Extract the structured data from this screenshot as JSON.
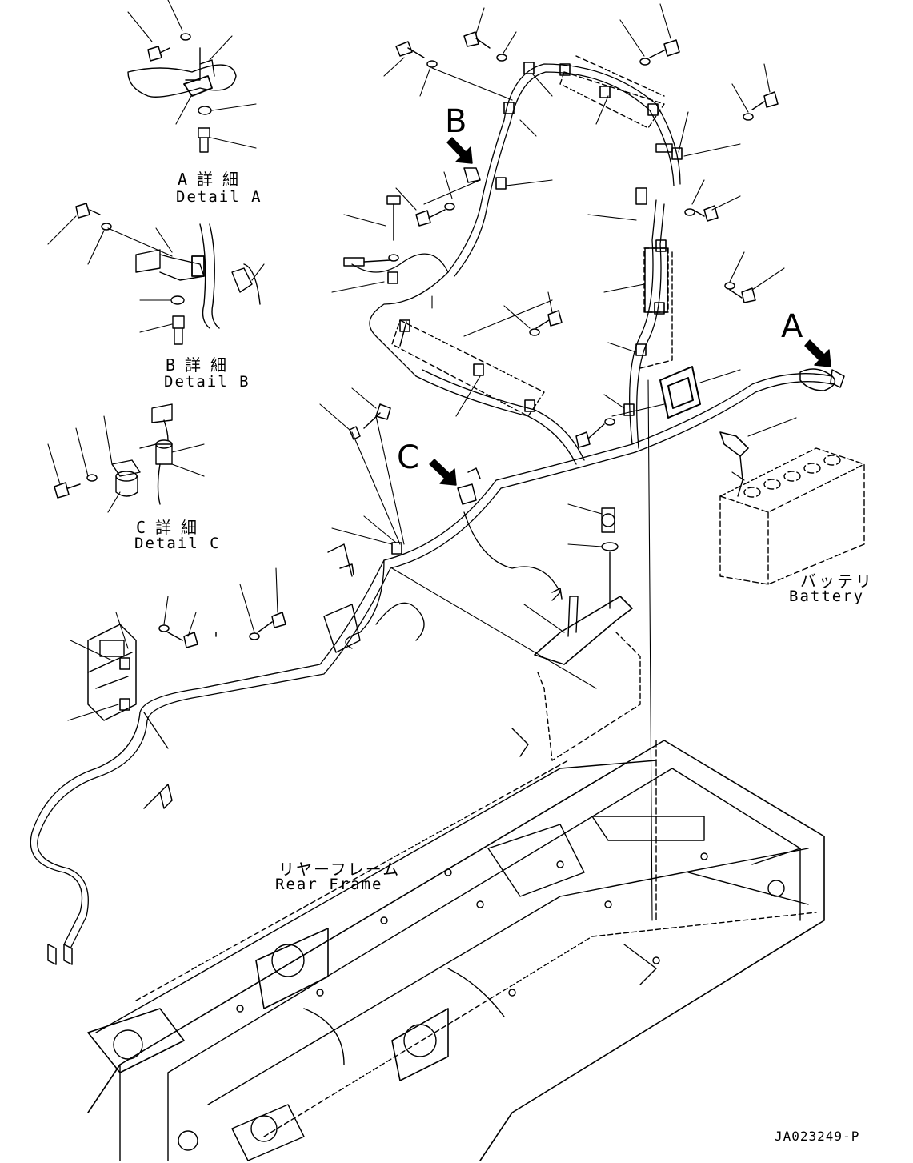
{
  "callouts": {
    "a": "A",
    "b": "B",
    "c": "C"
  },
  "details": {
    "a": {
      "jp": "A詳細",
      "en": "Detail A"
    },
    "b": {
      "jp": "B詳細",
      "en": "Detail B"
    },
    "c": {
      "jp": "C詳細",
      "en": "Detail C"
    }
  },
  "battery": {
    "jp": "バッテリ",
    "en": "Battery"
  },
  "rear_frame": {
    "jp": "リヤーフレーム",
    "en": "Rear Frame"
  },
  "drawing_number": "JA023249-P",
  "colors": {
    "line": "#000000",
    "background": "#ffffff"
  }
}
